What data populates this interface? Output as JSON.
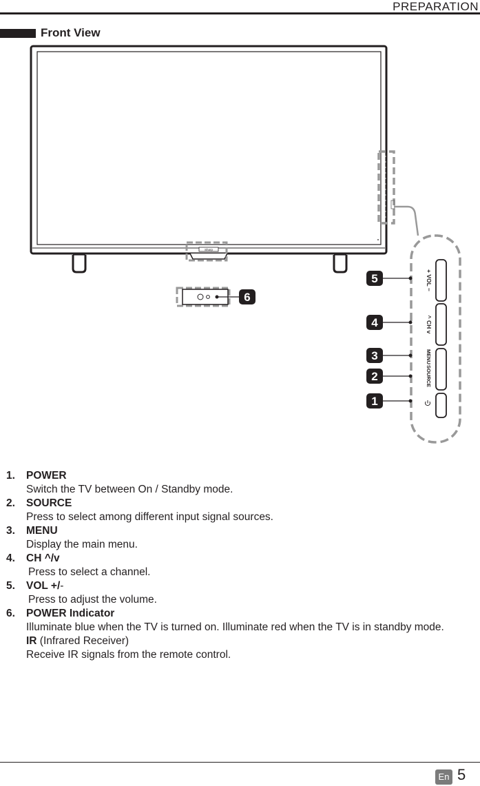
{
  "header": {
    "section": "PREPARATION"
  },
  "section_title": "Front View",
  "diagram": {
    "brand_label": "Sharp",
    "button_labels": {
      "vol": "+ VOL −",
      "ch": "^ CH v",
      "menu": "MENU",
      "source": "SOURCE"
    },
    "callouts": [
      "5",
      "4",
      "3",
      "2",
      "1",
      "6"
    ]
  },
  "items": [
    {
      "num": "1.",
      "label": "POWER",
      "desc": "Switch the TV between On / Standby mode."
    },
    {
      "num": "2.",
      "label": "SOURCE",
      "desc": "Press to select among different input signal sources."
    },
    {
      "num": "3.",
      "label": "MENU",
      "desc": "Display the main menu."
    },
    {
      "num": "4.",
      "label": "CH ^/v",
      "desc": "Press to select a channel."
    },
    {
      "num": "5.",
      "label": "VOL +/",
      "label_suffix": "-",
      "desc": "Press to adjust the volume."
    },
    {
      "num": "6.",
      "label": "POWER Indicator",
      "desc": "Illuminate blue when the TV is turned on. Illuminate red when the TV is in standby mode.",
      "sub_label": "IR",
      "sub_label_suffix": " (Infrared Receiver)",
      "sub_desc": "Receive IR signals from the remote control."
    }
  ],
  "footer": {
    "lang": "En",
    "page": "5"
  }
}
